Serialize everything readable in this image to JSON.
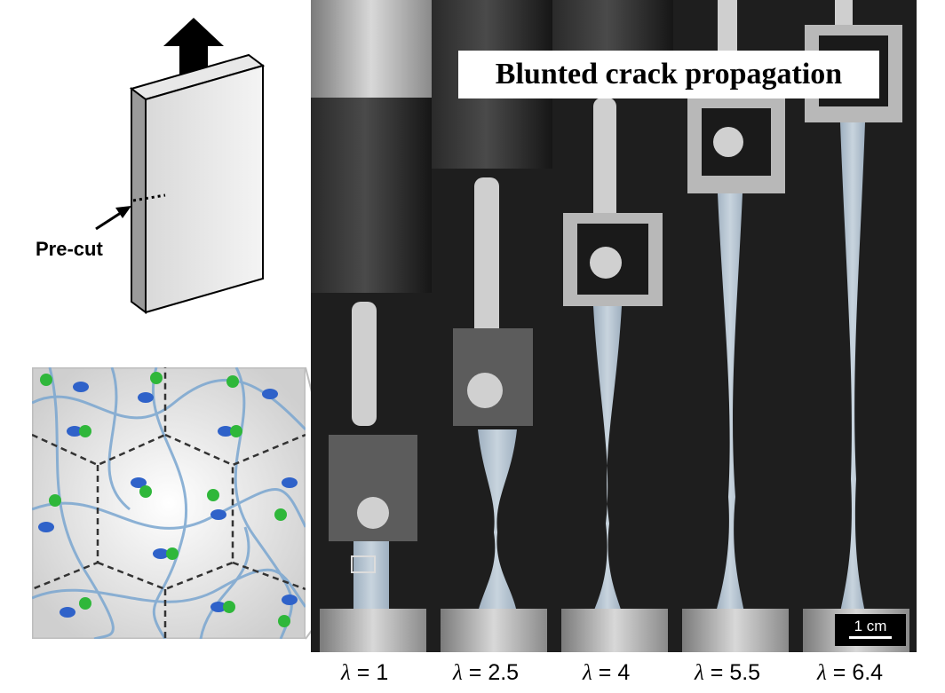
{
  "schematic": {
    "label": "Pre-cut"
  },
  "photo": {
    "title": "Blunted crack propagation",
    "scale_bar": "1 cm",
    "stretch_ratios": [
      {
        "symbol": "λ",
        "value": "= 1"
      },
      {
        "symbol": "λ",
        "value": "= 2.5"
      },
      {
        "symbol": "λ",
        "value": "= 4"
      },
      {
        "symbol": "λ",
        "value": "= 5.5"
      },
      {
        "symbol": "λ",
        "value": "= 6.4"
      }
    ]
  },
  "colors": {
    "background": "#ffffff",
    "machine_dark": "#1e1e1e",
    "sample": "#a9b8c6",
    "network_strand": "#6f9cc8",
    "ring_blue": "#2f62c9",
    "bead_green": "#2fb73a"
  },
  "icons": [
    "up-arrow-icon",
    "pointer-arrow-icon"
  ]
}
